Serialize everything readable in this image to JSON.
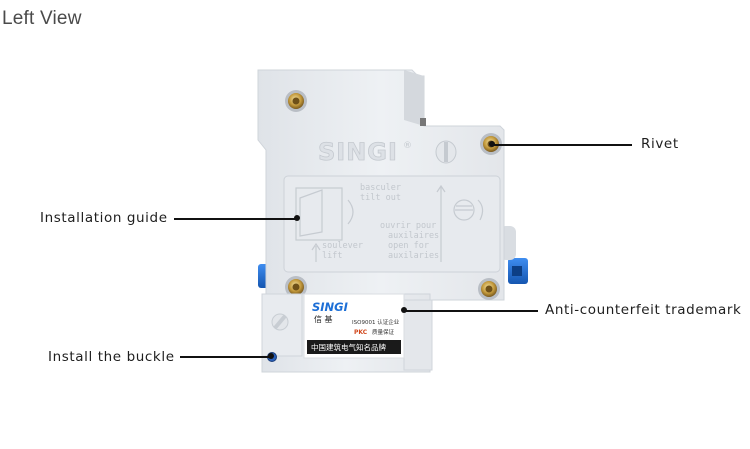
{
  "page": {
    "title": "Left View"
  },
  "product": {
    "brand_body": "SINGI",
    "brand_label": "SINGI",
    "brand_label_cn": "信 基",
    "guide_text": {
      "basculer": "basculer",
      "tilt_out": "tilt out",
      "ouvrir_pour": "ouvrir pour",
      "auxiliaires": "auxilaires",
      "open_for": "open for",
      "auxiliaries": "auxilaries",
      "soulever": "soulever",
      "lift": "lift"
    },
    "iso_line": "ISO9001 认证企业",
    "pkc_mark": "PKC",
    "quality_line": "质量保证",
    "banner": "中国建筑电气知名品牌"
  },
  "callouts": {
    "rivet": "Rivet",
    "installation_guide": "Installation guide",
    "anti_counterfeit": "Anti-counterfeit trademark",
    "install_buckle": "Install the buckle"
  },
  "colors": {
    "body": "#e9ecf0",
    "accent_blue": "#1d6fd6",
    "brass": "#c9a24a",
    "text": "#1e1e1e"
  }
}
